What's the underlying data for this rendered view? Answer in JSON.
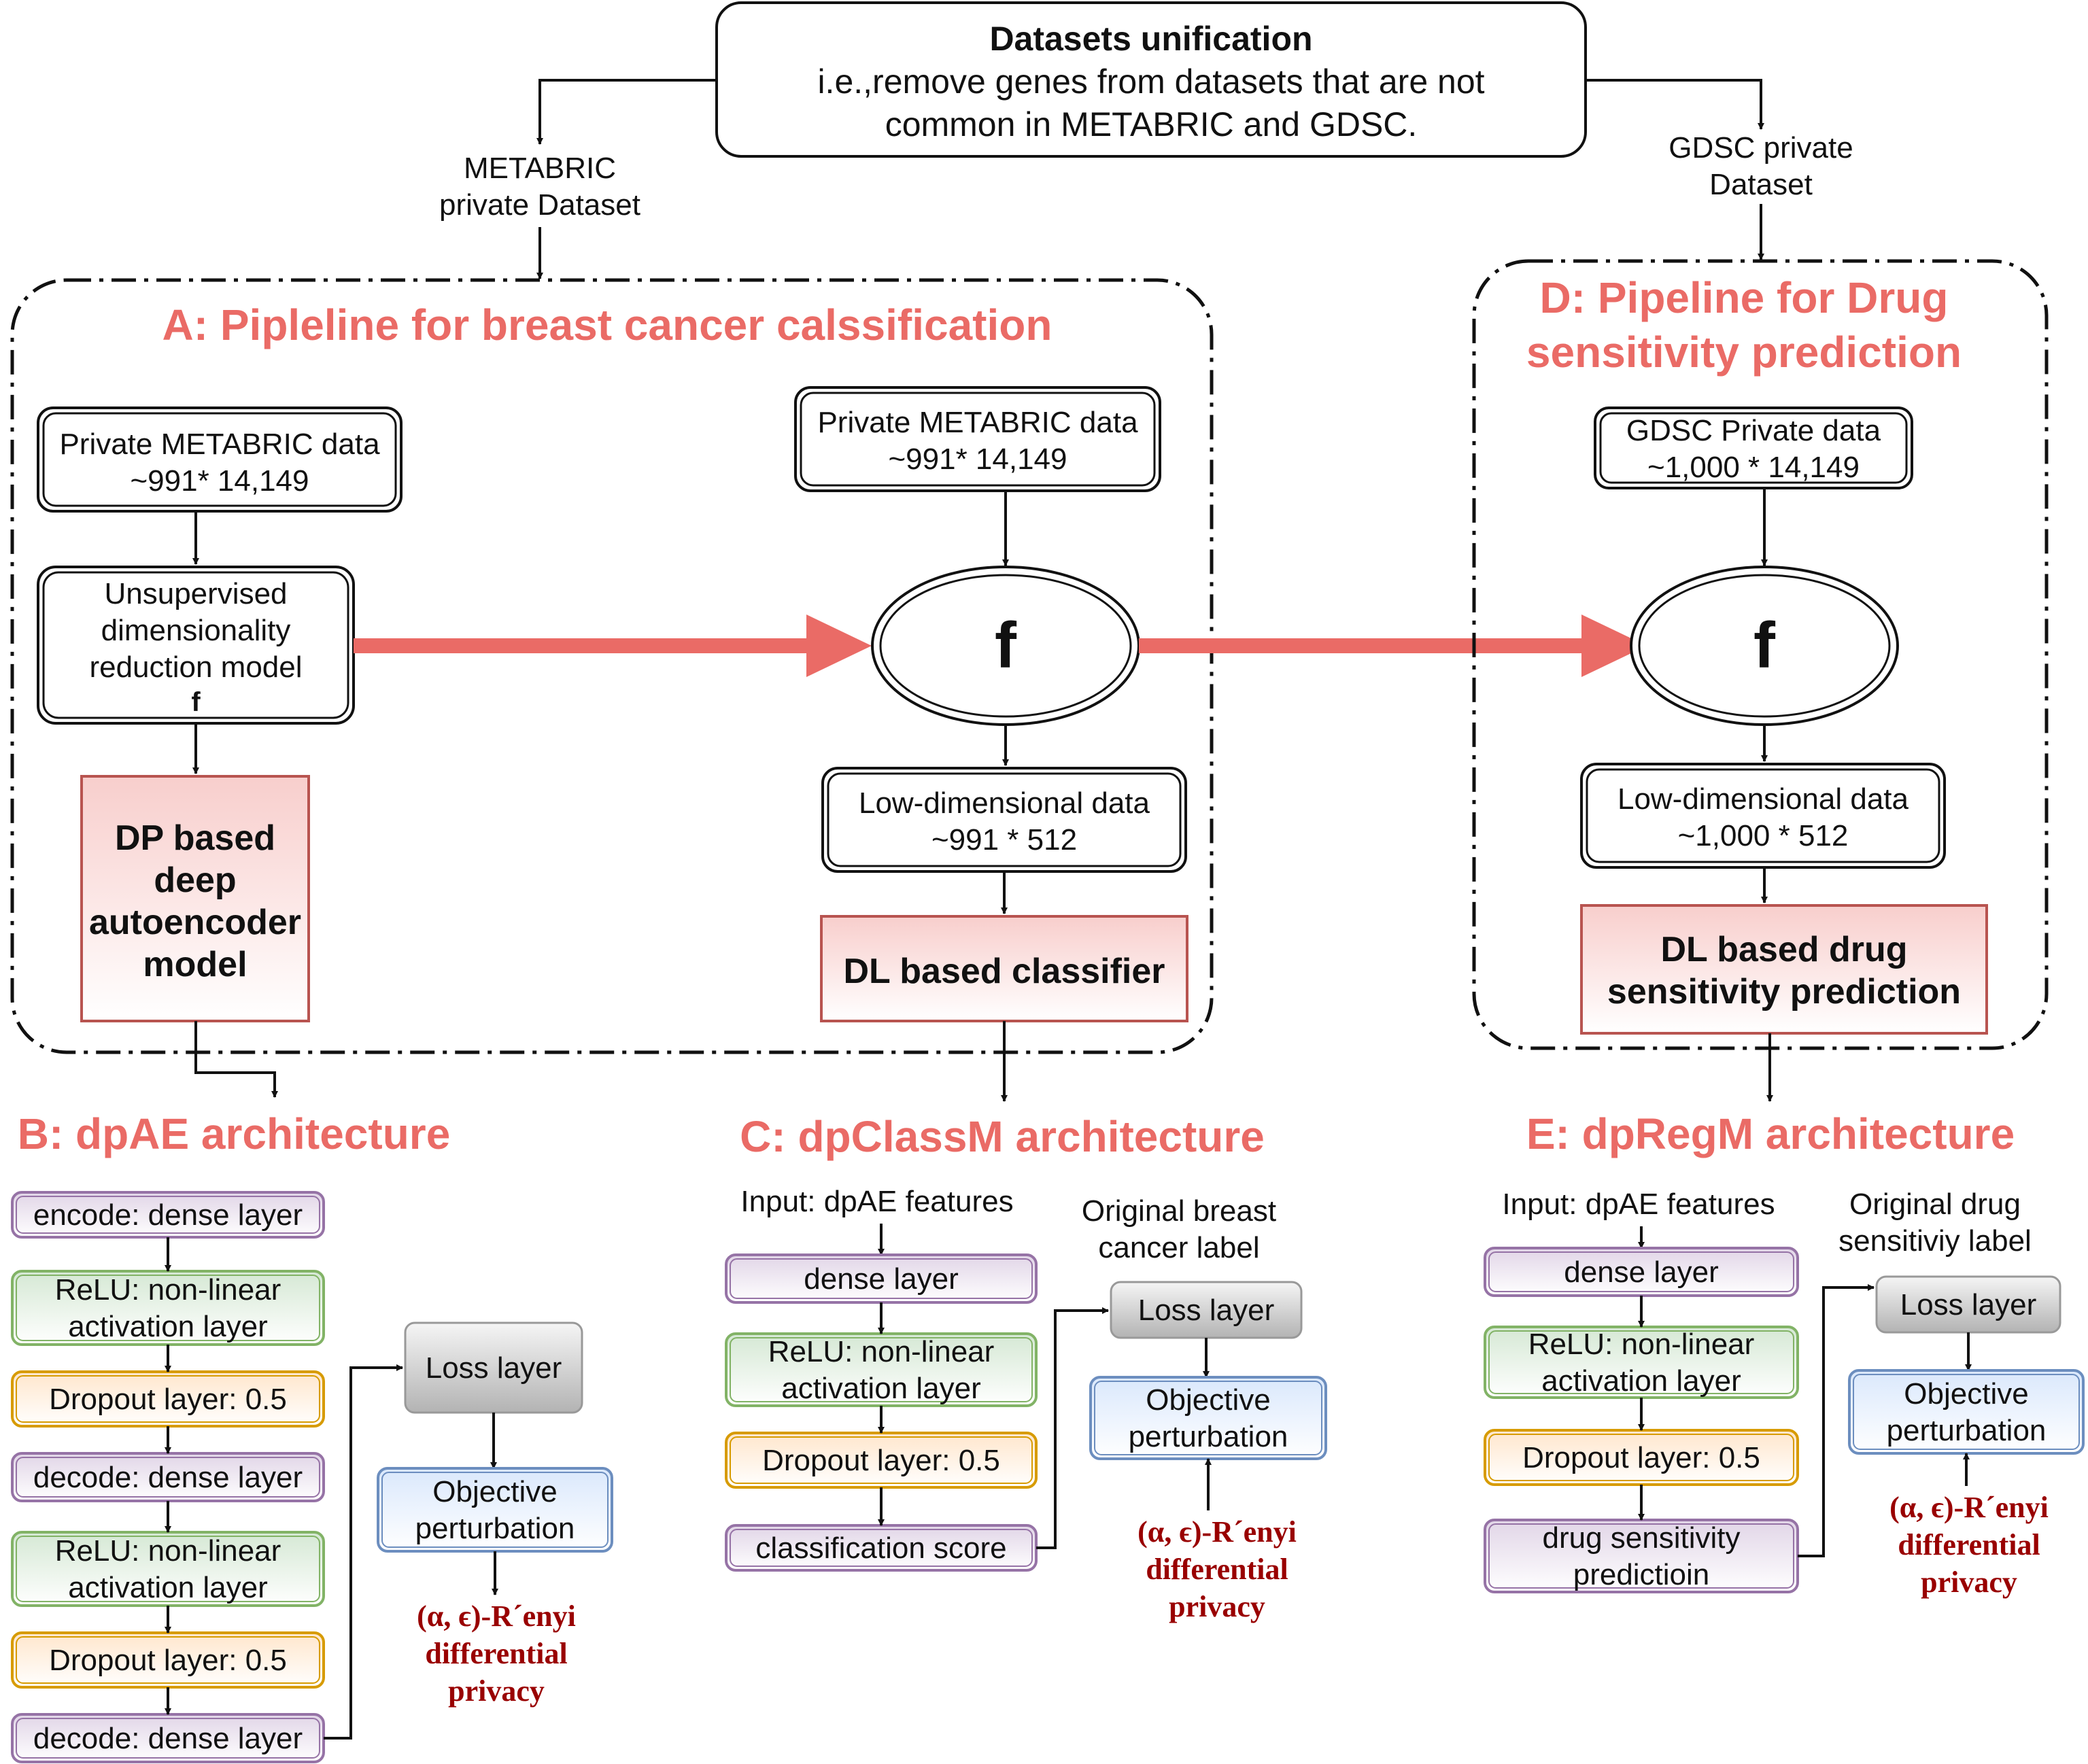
{
  "colors": {
    "accent": "#ea6b66",
    "pink_fill": "#f8cecc",
    "pink_stroke": "#b85450",
    "purple_fill": "#e1d5e7",
    "purple_stroke": "#9673a6",
    "green_fill": "#d5e8d4",
    "green_stroke": "#82b366",
    "orange_fill": "#ffe6cc",
    "orange_stroke": "#d79b00",
    "blue_fill": "#dae8fc",
    "blue_stroke": "#6c8ebf",
    "gray_fill": "#d0d0d0",
    "privacy_red": "#990000"
  },
  "top": {
    "title": "Datasets unification",
    "line1": "i.e.,remove genes from datasets that are not",
    "line2": "common in METABRIC and GDSC.",
    "metabric_label_1": "METABRIC",
    "metabric_label_2": "private Dataset",
    "gdsc_label_1": "GDSC private",
    "gdsc_label_2": "Dataset"
  },
  "panel_a": {
    "title": "A: Pipleline for breast cancer calssification",
    "private_data_1": "Private METABRIC data",
    "private_data_2": "~991* 14,149",
    "unsup_1": "Unsupervised",
    "unsup_2": "dimensionality",
    "unsup_3": "reduction model",
    "unsup_4": "f",
    "dp_1": "DP based",
    "dp_2": "deep",
    "dp_3": "autoencoder",
    "dp_4": "model",
    "private_data_right_1": "Private METABRIC data",
    "private_data_right_2": "~991* 14,149",
    "f_label": "f",
    "low_dim_1": "Low-dimensional data",
    "low_dim_2": "~991 * 512",
    "classifier": "DL based classifier"
  },
  "panel_d": {
    "title_1": "D: Pipeline for Drug",
    "title_2": "sensitivity prediction",
    "gdsc_data_1": "GDSC Private data",
    "gdsc_data_2": "~1,000 * 14,149",
    "f_label": "f",
    "low_dim_1": "Low-dimensional data",
    "low_dim_2": "~1,000 * 512",
    "drug_1": "DL based drug",
    "drug_2": "sensitivity prediction"
  },
  "panel_b": {
    "title": "B: dpAE architecture",
    "layers": [
      "encode: dense layer",
      "ReLU: non-linear|activation layer",
      "Dropout layer: 0.5",
      "decode: dense layer",
      "ReLU: non-linear|activation layer",
      "Dropout layer: 0.5",
      "decode: dense layer"
    ],
    "loss": "Loss layer",
    "objective_1": "Objective",
    "objective_2": "perturbation",
    "privacy_1": "(α, ϵ)-R´enyi",
    "privacy_2": "differential",
    "privacy_3": "privacy"
  },
  "panel_c": {
    "title": "C: dpClassM architecture",
    "input": "Input: dpAE features",
    "label_1": "Original breast",
    "label_2": "cancer label",
    "layers": [
      "dense layer",
      "ReLU: non-linear|activation layer",
      "Dropout layer: 0.5",
      "classification score"
    ],
    "loss": "Loss layer",
    "objective_1": "Objective",
    "objective_2": "perturbation",
    "privacy_1": "(α, ϵ)-R´enyi",
    "privacy_2": "differential",
    "privacy_3": "privacy"
  },
  "panel_e": {
    "title": "E: dpRegM architecture",
    "input": "Input: dpAE features",
    "label_1": "Original drug",
    "label_2": "sensitiviy label",
    "layers": [
      "dense layer",
      "ReLU: non-linear|activation layer",
      "Dropout layer: 0.5",
      "drug sensitivity|predictioin"
    ],
    "loss": "Loss layer",
    "objective_1": "Objective",
    "objective_2": "perturbation",
    "privacy_1": "(α, ϵ)-R´enyi",
    "privacy_2": "differential",
    "privacy_3": "privacy"
  }
}
